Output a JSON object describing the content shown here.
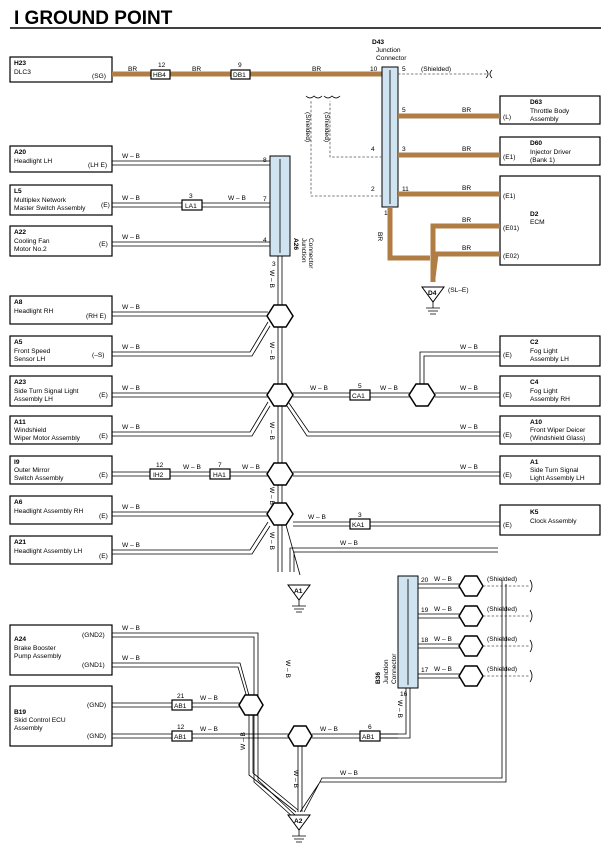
{
  "title": "I GROUND POINT",
  "wire_br": "BR",
  "wire_wb": "W – B",
  "shielded": "(Shielded)",
  "components": {
    "h23": {
      "code": "H23",
      "name": "DLC3",
      "pin": "(SG)"
    },
    "a20": {
      "code": "A20",
      "name": "Headlight LH",
      "pin": "(LH E)"
    },
    "l5": {
      "code": "L5",
      "name1": "Multiplex Network",
      "name2": "Master Switch Assembly",
      "pin": "(E)"
    },
    "a22": {
      "code": "A22",
      "name1": "Cooling Fan",
      "name2": "Motor No.2",
      "pin": "(E)"
    },
    "a8": {
      "code": "A8",
      "name": "Headlight RH",
      "pin": "(RH E)"
    },
    "a5": {
      "code": "A5",
      "name1": "Front Speed",
      "name2": "Sensor LH",
      "pin": "(–S)"
    },
    "a23": {
      "code": "A23",
      "name1": "Side Turn Signal Light",
      "name2": "Assembly LH",
      "pin": "(E)"
    },
    "a11": {
      "code": "A11",
      "name1": "Windshield",
      "name2": "Wiper Motor Assembly",
      "pin": "(E)"
    },
    "i9": {
      "code": "I9",
      "name1": "Outer Mirror",
      "name2": "Switch Assembly",
      "pin": "(E)"
    },
    "a6": {
      "code": "A6",
      "name": "Headlight Assembly RH",
      "pin": "(E)"
    },
    "a21": {
      "code": "A21",
      "name": "Headlight Assembly LH",
      "pin": "(E)"
    },
    "a24": {
      "code": "A24",
      "name1": "Brake Booster",
      "name2": "Pump Assembly",
      "pin1": "(GND2)",
      "pin2": "(GND1)"
    },
    "b19": {
      "code": "B19",
      "name1": "Skid Control ECU",
      "name2": "Assembly",
      "pin1": "(GND)",
      "pin2": "(GND)"
    },
    "d63": {
      "code": "D63",
      "name1": "Throttle Body",
      "name2": "Assembly",
      "pin": "(L)"
    },
    "d60": {
      "code": "D60",
      "name1": "Injector Driver",
      "name2": "(Bank 1)",
      "pin": "(E1)"
    },
    "d2": {
      "code": "D2",
      "name": "ECM",
      "pin1": "(E1)",
      "pin2": "(E01)",
      "pin3": "(E02)"
    },
    "c2": {
      "code": "C2",
      "name1": "Fog Light",
      "name2": "Assembly LH",
      "pin": "(E)"
    },
    "c4": {
      "code": "C4",
      "name1": "Fog Light",
      "name2": "Assembly RH",
      "pin": "(E)"
    },
    "a10": {
      "code": "A10",
      "name1": "Front Wiper Deicer",
      "name2": "(Windshield Glass)",
      "pin": "(E)"
    },
    "a1": {
      "code": "A1",
      "name1": "Side Turn Signal",
      "name2": "Light Assembly LH",
      "pin": "(E)"
    },
    "k5": {
      "code": "K5",
      "name": "Clock Assembly",
      "pin": "(E)"
    }
  },
  "junctions": {
    "d43": {
      "code": "D43",
      "name1": "Junction",
      "name2": "Connector"
    },
    "a26": {
      "code": "A26",
      "name1": "Junction",
      "name2": "Connector"
    },
    "b36": {
      "code": "B36",
      "name1": "Junction",
      "name2": "Connector"
    }
  },
  "in_line": {
    "hb4": {
      "label": "HB4",
      "pin": "12"
    },
    "db1": {
      "label": "DB1",
      "pin": "9"
    },
    "la1": {
      "label": "LA1",
      "pin": "3"
    },
    "ca1": {
      "label": "CA1",
      "pin": "5"
    },
    "ih2": {
      "label": "IH2",
      "pin": "12"
    },
    "ha1": {
      "label": "HA1",
      "pin": "7"
    },
    "ka1": {
      "label": "KA1",
      "pin": "3"
    },
    "ab1a": {
      "label": "AB1",
      "pin": "21"
    },
    "ab1b": {
      "label": "AB1",
      "pin": "12"
    },
    "ab1c": {
      "label": "AB1",
      "pin": "6"
    }
  },
  "pins": {
    "d43_10": "10",
    "d43_5a": "5",
    "d43_5": "5",
    "d43_3": "3",
    "d43_4": "4",
    "d43_2": "2",
    "d43_11": "11",
    "d43_1": "1",
    "a26_8": "8",
    "a26_7": "7",
    "a26_4": "4",
    "a26_3": "3",
    "b36_20": "20",
    "b36_19": "19",
    "b36_18": "18",
    "b36_17": "17",
    "b36_16": "16"
  },
  "grounds": {
    "d4": "D4",
    "d4_pin": "(SL–E)",
    "a1": "A1",
    "a2": "A2"
  }
}
